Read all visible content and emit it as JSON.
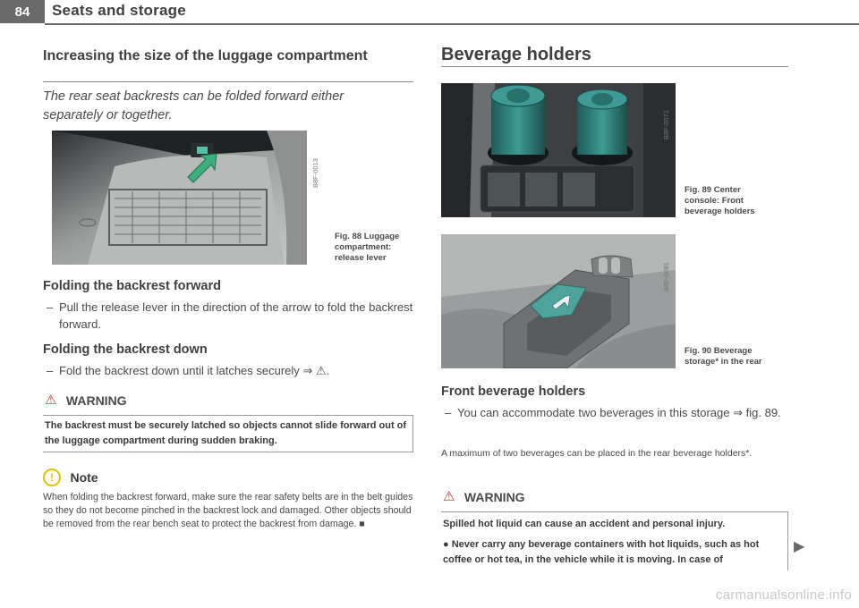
{
  "header": {
    "page_number": "84",
    "section_title": "Seats and storage"
  },
  "left": {
    "heading": "Increasing the size of the luggage compartment",
    "intro": "The rear seat backrests can be folded forward either separately or together.",
    "figure": {
      "id": "B8F-0013",
      "caption": "Fig. 88  Luggage compartment: release lever"
    },
    "folding_forward": {
      "heading": "Folding the backrest forward",
      "step": "Pull the release lever in the direction of the arrow to fold the backrest forward."
    },
    "folding_down": {
      "heading": "Folding the backrest down",
      "step": "Fold the backrest down until it latches securely"
    },
    "warning": {
      "label": "WARNING",
      "text": "The backrest must be securely latched so objects cannot slide forward out of the luggage compartment during sudden braking."
    },
    "note": {
      "label": "Note",
      "text": "When folding the backrest forward, make sure the rear safety belts are in the belt guides so they do not become pinched in the backrest lock and damaged. Other objects should be removed from the rear bench seat to protect the backrest from damage."
    }
  },
  "right": {
    "heading": "Beverage holders",
    "figure1": {
      "id": "B8F-0071",
      "caption": "Fig. 89  Center console: Front beverage holders"
    },
    "figure2": {
      "id": "B8F-0081",
      "caption": "Fig. 90  Beverage storage* in the rear"
    },
    "front": {
      "heading": "Front beverage holders",
      "step": "You can accommodate two beverages in this storage",
      "fig_ref": "fig. 89."
    },
    "rear_text": "A maximum of two beverages can be placed in the rear beverage holders*.",
    "warning": {
      "label": "WARNING",
      "line1": "Spilled hot liquid can cause an accident and personal injury.",
      "bullet": "Never carry any beverage containers with hot liquids, such as hot coffee or hot tea, in the vehicle while it is moving. In case of"
    }
  },
  "watermark": "carmanualsonline.info",
  "colors": {
    "header_bar": "#6a6a6a",
    "text": "#3a3a3a",
    "cup_teal": "#2f7a78"
  }
}
